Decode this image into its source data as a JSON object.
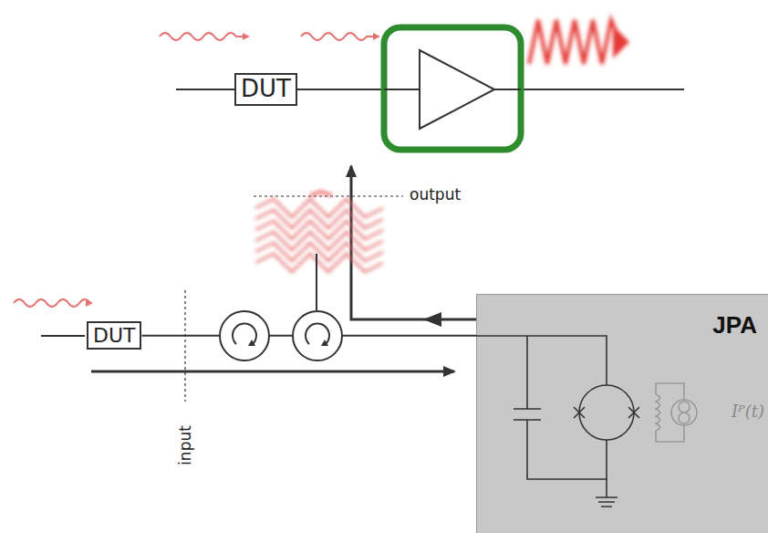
{
  "diagram": {
    "nodes": [
      {
        "text": [
          "DUT"
        ]
      },
      {
        "text": [
          "DUT"
        ]
      },
      {
        "text": [
          "JPA"
        ]
      }
    ],
    "edges": [
      {
        "from": 1,
        "to": 2,
        "arrow": "none"
      }
    ],
    "labels": [
      "output",
      "input",
      "Iᴾ(t)"
    ]
  }
}
